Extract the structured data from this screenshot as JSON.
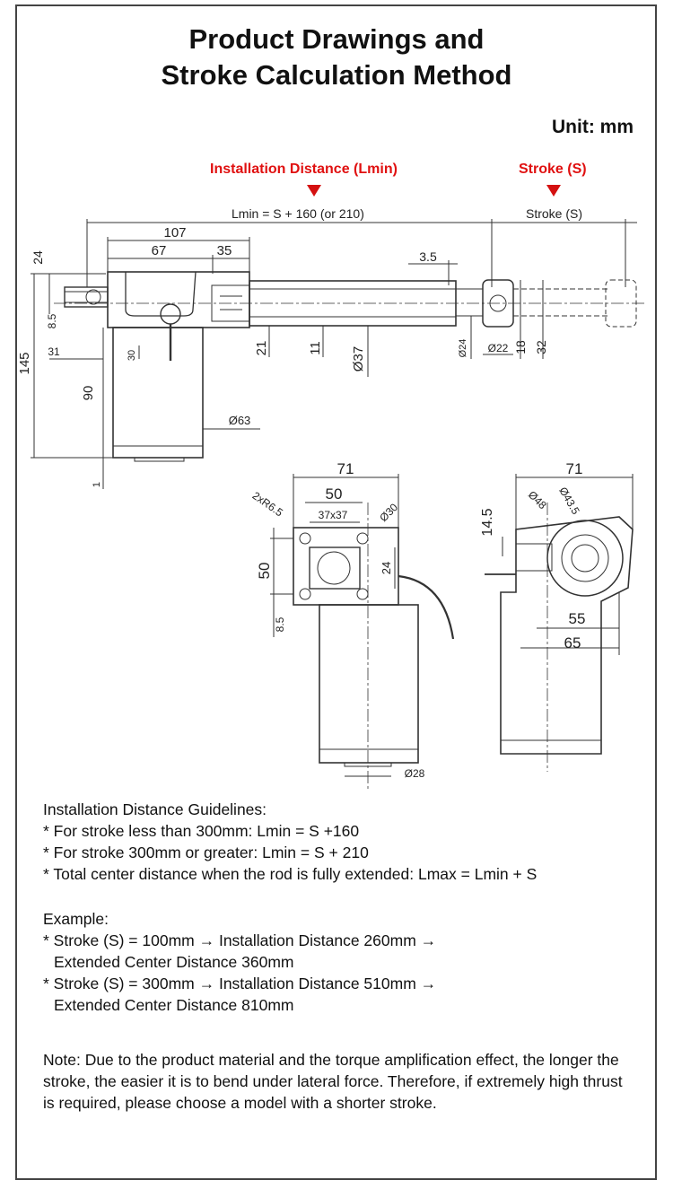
{
  "title": {
    "line1": "Product Drawings and",
    "line2": "Stroke Calculation Method"
  },
  "unit_label": "Unit: mm",
  "callouts": {
    "installation_distance": "Installation Distance (Lmin)",
    "stroke": "Stroke (S)"
  },
  "formulas": {
    "lmin": "Lmin = S + 160 (or 210)",
    "stroke": "Stroke (S)"
  },
  "side_view_dims": {
    "d107": "107",
    "d67": "67",
    "d35": "35",
    "d3_5": "3.5",
    "d24_left": "24",
    "d8_5_left": "8.5",
    "d31": "31",
    "d145": "145",
    "d30": "30",
    "d90": "90",
    "d1": "1",
    "d21": "21",
    "d11": "11",
    "d37": "Ø37",
    "d24_rod": "Ø24",
    "d22": "Ø22",
    "d18": "18",
    "d32": "32",
    "d63": "Ø63"
  },
  "front_view_dims": {
    "d71": "71",
    "d50_top": "50",
    "d37x37": "37x37",
    "d30": "Ø30",
    "r6_5": "2xR6.5",
    "d50_side": "50",
    "d24": "24",
    "d8_5": "8.5",
    "d28": "Ø28"
  },
  "end_view_dims": {
    "d71": "71",
    "d48": "Ø48",
    "d43_5": "Ø43.5",
    "d14_5": "14.5",
    "d55": "55",
    "d65": "65"
  },
  "guidelines": {
    "heading": "Installation Distance Guidelines:",
    "items": [
      "* For stroke less than 300mm: Lmin = S +160",
      "* For stroke 300mm or greater: Lmin = S + 210",
      "* Total center distance when the rod is fully extended: Lmax = Lmin + S"
    ]
  },
  "example": {
    "heading": "Example:",
    "items": [
      {
        "line1": "* Stroke (S) = 100mm → Installation Distance 260mm →",
        "line2": "Extended Center Distance 360mm"
      },
      {
        "line1": "* Stroke (S) = 300mm → Installation Distance 510mm →",
        "line2": "Extended Center Distance 810mm"
      }
    ]
  },
  "note": "Note: Due to the product material and the torque amplification effect, the longer the stroke, the easier it is to bend under lateral force. Therefore, if extremely high thrust is required, please choose a model with a shorter stroke.",
  "colors": {
    "accent_red": "#e01010",
    "line": "#333333",
    "border": "#444444"
  }
}
